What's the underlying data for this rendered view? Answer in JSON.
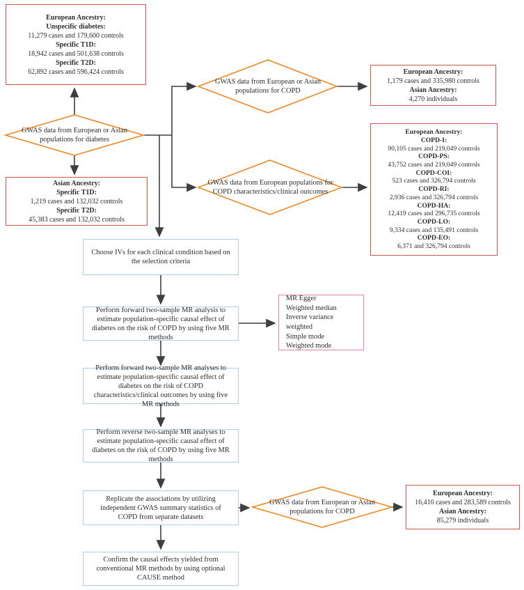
{
  "colors": {
    "red": "#d0564f",
    "orange": "#ee8822",
    "blue": "#a8cde5",
    "pink": "#e87faa",
    "arrow": "#3f3f3f"
  },
  "nodes": {
    "eu_diabetes": {
      "heading": "European Ancestry:",
      "entries": [
        {
          "label": "Unspecific diabetes:",
          "value": "11,279 cases and 179,600 controls"
        },
        {
          "label": "Specific T1D:",
          "value": "18,942 cases and 501,638 controls"
        },
        {
          "label": "Specific T2D:",
          "value": "62,892 cases and 596,424 controls"
        }
      ]
    },
    "asian_diabetes": {
      "heading": "Asian Ancestry:",
      "entries": [
        {
          "label": "Specific T1D:",
          "value": "1,219 cases and 132,032 controls"
        },
        {
          "label": "Specific T2D:",
          "value": "45,383 cases and 132,032 controls"
        }
      ]
    },
    "diamond_diabetes": {
      "text": "GWAS data from European or Asian populations for diabetes"
    },
    "diamond_copd": {
      "text": "GWAS data from European or Asian populations for COPD"
    },
    "diamond_copd_char": {
      "text": "GWAS data from European populations for COPD characteristics/clinical outcomes"
    },
    "diamond_copd_rep": {
      "text": "GWAS data from European or Asian populations for COPD"
    },
    "copd_main": {
      "entries": [
        {
          "label": "European Ancestry:",
          "value": "1,179 cases and 335,980 controls"
        },
        {
          "label": "Asian Ancestry:",
          "value": "4,270 individuals"
        }
      ]
    },
    "copd_outcomes": {
      "heading": "European Ancestry:",
      "entries": [
        {
          "label": "COPD-I:",
          "value": "90,105 cases and 219,049 controls"
        },
        {
          "label": "COPD-PS:",
          "value": "43,752 cases and 219,049 controls"
        },
        {
          "label": "COPD-COI:",
          "value": "523 cases and 326,794 controls"
        },
        {
          "label": "COPD-RI:",
          "value": "2,936 cases and 326,794 controls"
        },
        {
          "label": "COPD-HA:",
          "value": "12,419 cases and 296,735 controls"
        },
        {
          "label": "COPD-LO:",
          "value": "9,334 cases and 135,491 controls"
        },
        {
          "label": "COPD-EO:",
          "value": "6,371 and 326,794 controls"
        }
      ]
    },
    "replication_data": {
      "entries": [
        {
          "label": "European Ancestry:",
          "value": "16,410 cases and 283,589 controls"
        },
        {
          "label": "Asian Ancestry:",
          "value": "85,279 individuals"
        }
      ]
    },
    "step_iv": {
      "text": "Choose IVs for each clinical condition based on the selection criteria"
    },
    "step_forward_copd": {
      "text": "Perform forward two-sample MR analysis to estimate population-specific causal effect of diabetes on the risk of COPD by using five MR methods"
    },
    "mr_methods": {
      "lines": [
        "MR Egger",
        "Weighted median",
        "Inverse variance weighted",
        "Simple mode",
        "Weighted mode"
      ]
    },
    "step_forward_outcomes": {
      "text": "Perform forward two-sample MR analyses to estimate population-specific causal effect of diabetes on the risk of COPD characteristics/clinical outcomes by using five MR methods"
    },
    "step_reverse": {
      "text": "Perform reverse two-sample MR analyses to estimate population-specific causal effect of diabetes on the risk of COPD by using five MR methods"
    },
    "step_replicate": {
      "text": "Replicate the associations by utilizing independent GWAS summary statistics of COPD from separate datasets"
    },
    "step_cause": {
      "text": "Confirm the causal effects yielded from conventional MR methods by using optional CAUSE method"
    }
  }
}
